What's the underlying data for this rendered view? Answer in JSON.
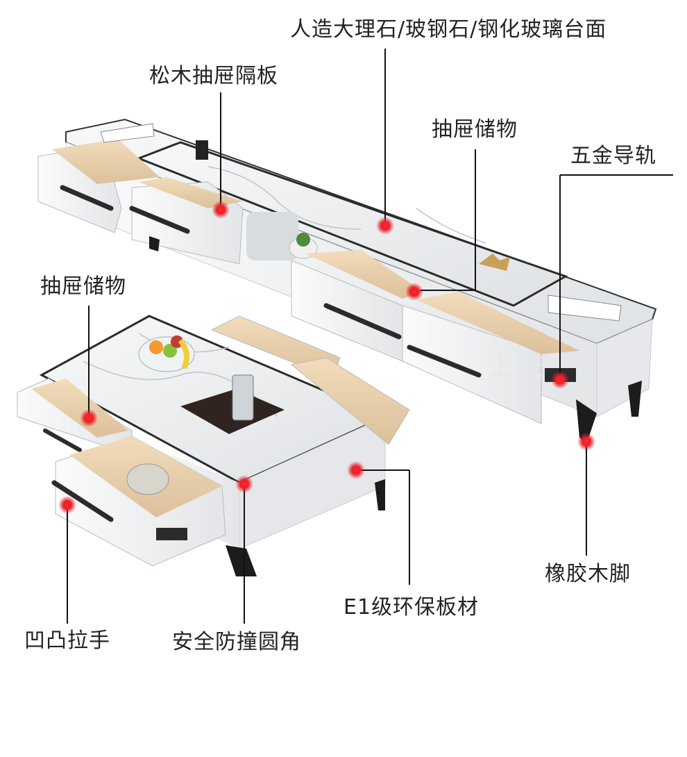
{
  "colors": {
    "callout_dot": "#e8202a",
    "callout_line": "#111111",
    "label_text": "#222222",
    "cabinet_white": "#f3f4f5",
    "marble": "#eceef0",
    "wood": "#e9d3b0",
    "handle_black": "#2b2b2b"
  },
  "callouts": {
    "tabletop_material": "人造大理石/玻钢石/钢化玻璃台面",
    "pine_drawer_panel": "松木抽屉隔板",
    "drawer_storage_tv": "抽屉储物",
    "metal_slide_rail": "五金导轨",
    "drawer_storage_table": "抽屉储物",
    "rubber_wood_leg": "橡胶木脚",
    "e1_board": "E1级环保板材",
    "recessed_handle": "凹凸拉手",
    "rounded_corner": "安全防撞圆角"
  },
  "watermark": "上  天"
}
